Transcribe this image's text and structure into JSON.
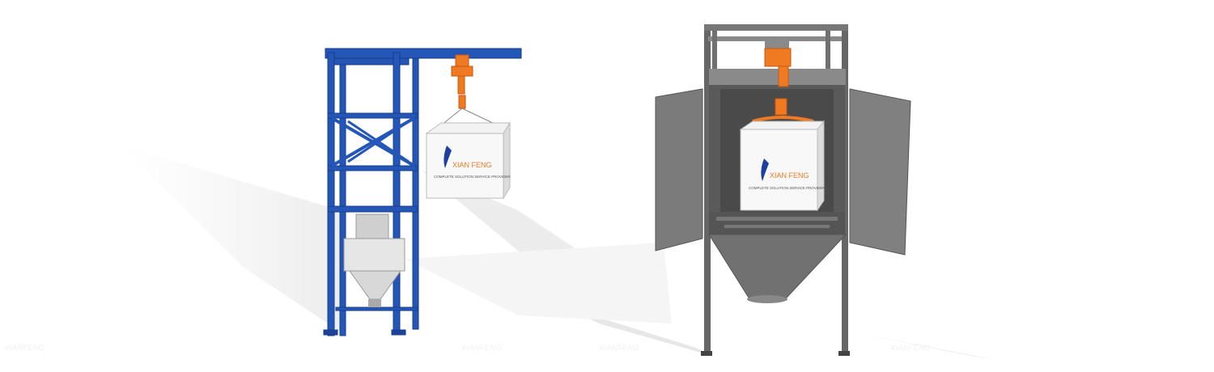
{
  "bag_left": {
    "brand": "XIAN FENG",
    "tagline": "COMPLETE SOLUTION SERVICE PROVIDER"
  },
  "bag_right": {
    "brand": "XIAN FENG",
    "tagline": "COMPLETE SOLUTION SERVICE PROVIDER"
  },
  "watermark": "XIANFENG",
  "colors": {
    "blue_frame": "#2456b8",
    "gray_frame": "#6b6b6b",
    "hoist": "#f07a22",
    "brand_text": "#f07a22",
    "logo": "#1c3fa0"
  }
}
